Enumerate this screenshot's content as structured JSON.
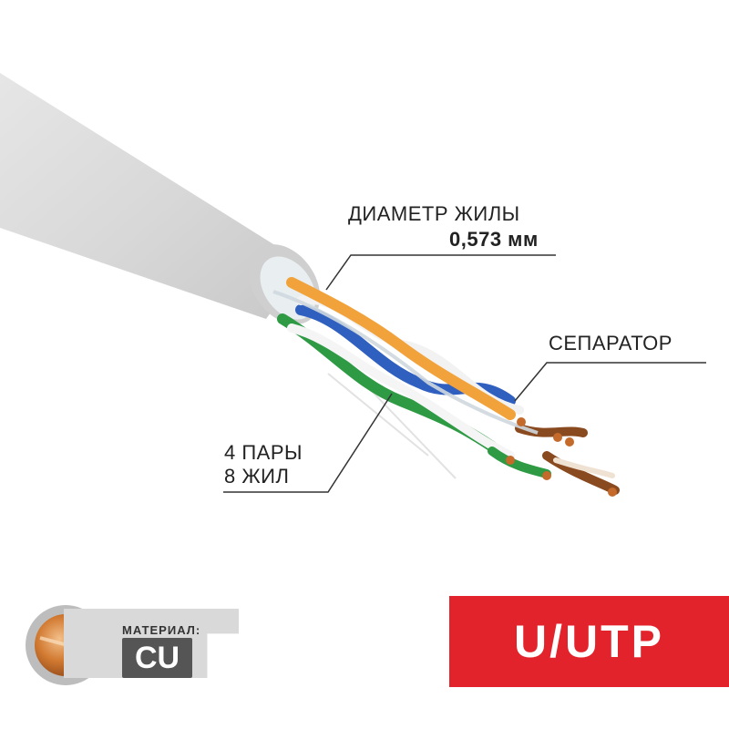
{
  "callouts": {
    "diameter": {
      "title": "ДИАМЕТР ЖИЛЫ",
      "value": "0,573 мм"
    },
    "separator": {
      "title": "СЕПАРАТОР"
    },
    "pairs": {
      "line1": "4 ПАРЫ",
      "line2": "8 ЖИЛ"
    }
  },
  "material": {
    "label": "МАТЕРИАЛ:",
    "value": "CU"
  },
  "cable_type": "U/UTP",
  "colors": {
    "jacket": "#d9d9d9",
    "badge_red": "#e3232b",
    "copper": "#c46a2a",
    "pair_blue": "#2f5fbf",
    "pair_orange": "#f2a23a",
    "pair_green": "#2e9a44",
    "pair_brown": "#8a4a20"
  }
}
